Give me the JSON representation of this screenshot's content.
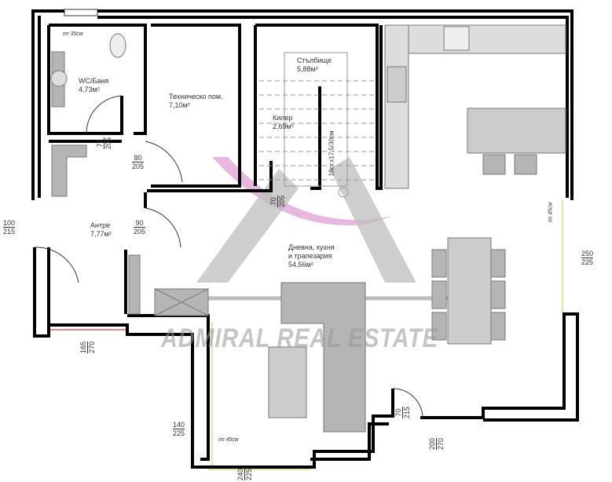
{
  "rooms": {
    "wc": {
      "name": "WC/Баня",
      "area": "4,73м²"
    },
    "technical": {
      "name": "Техническо пом.",
      "area": "7,10м²"
    },
    "stairs": {
      "name": "Стълбище",
      "area": "5,88м²"
    },
    "storage": {
      "name": "Килер",
      "area": "2,69м²"
    },
    "entrance": {
      "name": "Антре",
      "area": "7,77м²"
    },
    "living": {
      "name": "Дневна, кухня",
      "name2": "и трапезария",
      "area": "54,56м²"
    }
  },
  "stairs_spec": "18ст.х17,5/30см",
  "sill_notes": {
    "wc": "пп 35см",
    "right": "пп 45см",
    "bottom": "пп 45см"
  },
  "dimensions": [
    {
      "id": "wc-door",
      "w": "70",
      "h": "205"
    },
    {
      "id": "tech-door",
      "w": "80",
      "h": "205"
    },
    {
      "id": "entrance-door",
      "w": "90",
      "h": "205"
    },
    {
      "id": "front-door",
      "w": "100",
      "h": "215"
    },
    {
      "id": "storage-door",
      "w": "70",
      "h": "205"
    },
    {
      "id": "right-window",
      "w": "250",
      "h": "225"
    },
    {
      "id": "left-window",
      "w": "165",
      "h": "270"
    },
    {
      "id": "bottom-left-window",
      "w": "140",
      "h": "225"
    },
    {
      "id": "bottom-window",
      "w": "240",
      "h": "225"
    },
    {
      "id": "terrace-door",
      "w": "70",
      "h": "215"
    },
    {
      "id": "bottom-right-window",
      "w": "200",
      "h": "270"
    }
  ],
  "watermark": "ADMIRAL REAL ESTATE",
  "colors": {
    "wall": "#000000",
    "furniture": "#b5b5b5",
    "window": "#e6e6a0",
    "logo_pink": "#e0a6d6"
  }
}
